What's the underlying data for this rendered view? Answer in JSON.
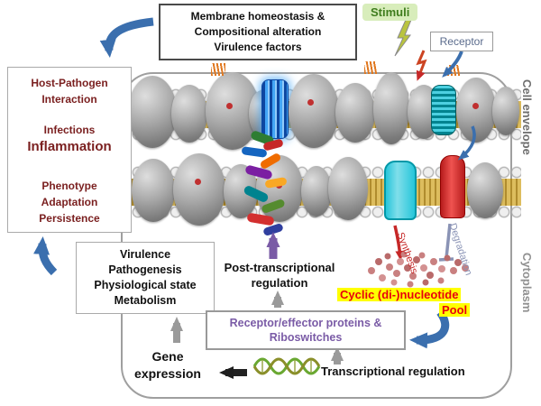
{
  "colors": {
    "maroon_text": "#7a1f1f",
    "blue_arrow": "#3b6fae",
    "purple_accent": "#7a5ba6",
    "red_accent": "#e8000d",
    "pool_highlight": "#ffff00",
    "stimuli_text": "#3f7d1d",
    "stimuli_bg": "#d8edbb",
    "gray_label": "#8a8a8a",
    "receptor_text": "#5a6b8c"
  },
  "top_box": {
    "lines": [
      "Membrane homeostasis &",
      "Compositional alteration",
      "Virulence factors"
    ]
  },
  "stimuli_label": "Stimuli",
  "receptor_label": "Receptor",
  "host_pathogen_box": {
    "lines": [
      "Host-Pathogen",
      "Interaction",
      "Infections",
      "Inflammation",
      "Phenotype",
      "Adaptation",
      "Persistence"
    ]
  },
  "virulence_box": {
    "lines": [
      "Virulence",
      "Pathogenesis",
      "Physiological state",
      "Metabolism"
    ]
  },
  "post_transcriptional": {
    "lines": [
      "Post-transcriptional",
      "regulation"
    ]
  },
  "receptor_effector_box": {
    "lines": [
      "Receptor/effector proteins &",
      "Riboswitches"
    ]
  },
  "pool_label": {
    "lines": [
      "Cyclic (di-)nucleotide",
      "Pool"
    ]
  },
  "gene_expression": {
    "lines": [
      "Gene",
      "expression"
    ]
  },
  "transcriptional_label": "Transcriptional regulation",
  "synthesis_label": "Synthesis",
  "degradation_label": "Degradation",
  "cell_envelope_label": "Cell envelope",
  "cytoplasm_label": "Cytoplasm"
}
